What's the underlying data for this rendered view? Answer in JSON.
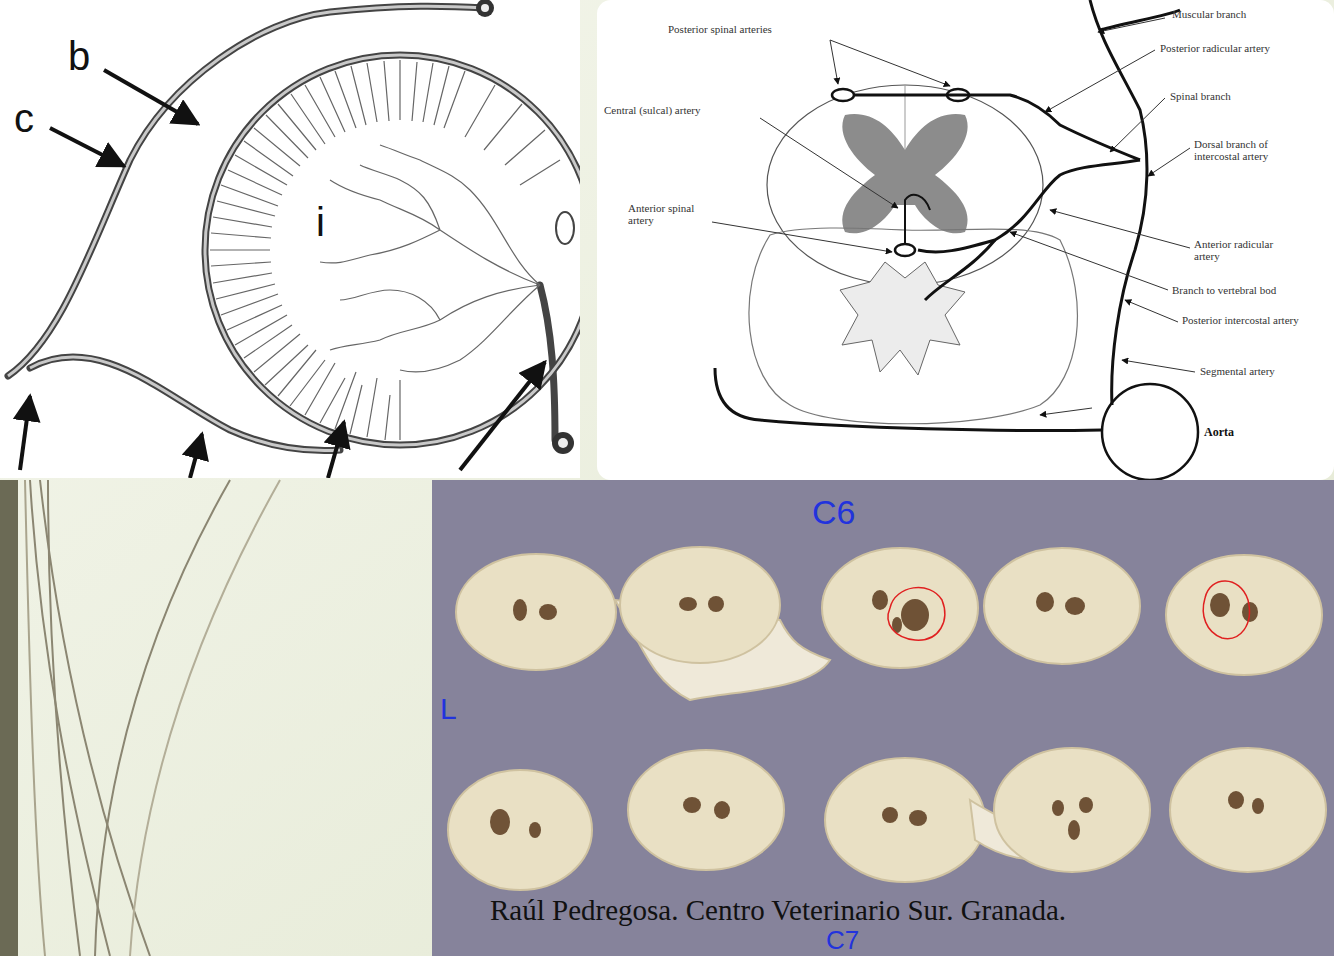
{
  "diagram": {
    "labels": [
      "b",
      "c",
      "i",
      "Posterior spinal arteries",
      "Central (sulcal) artery",
      "Anterior spinal artery",
      "Muscular branch",
      "Posterior radicular artery",
      "Spinal branch",
      "Dorsal branch of intercostal artery",
      "Anterior radicular artery",
      "Branch to vertebral bod",
      "Posterior intercostal artery",
      "Segmental artery",
      "Aorta",
      "C6",
      "L",
      "C7",
      "Raúl Pedregosa. Centro Veterinario Sur. Granada."
    ]
  }
}
